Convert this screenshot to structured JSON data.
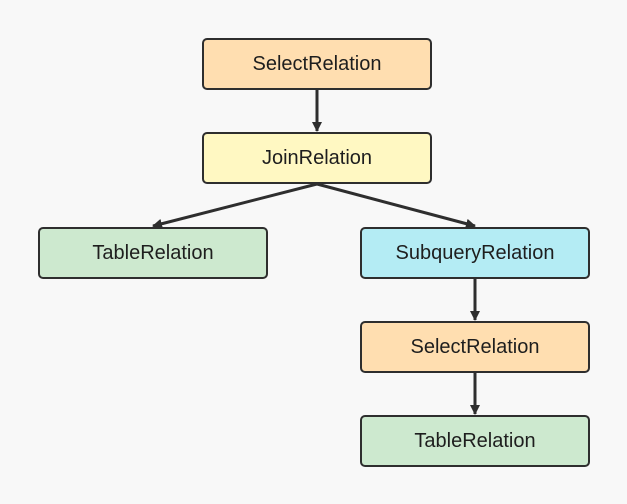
{
  "colors": {
    "select": "#ffdeb0",
    "join": "#fff8c2",
    "table": "#cde9cf",
    "subquery": "#b4ecf4",
    "edge": "#2e2e2e"
  },
  "nodes": [
    {
      "id": "select-1",
      "label": "SelectRelation",
      "kind": "select"
    },
    {
      "id": "join",
      "label": "JoinRelation",
      "kind": "join"
    },
    {
      "id": "table-1",
      "label": "TableRelation",
      "kind": "table"
    },
    {
      "id": "subquery",
      "label": "SubqueryRelation",
      "kind": "subquery"
    },
    {
      "id": "select-2",
      "label": "SelectRelation",
      "kind": "select"
    },
    {
      "id": "table-2",
      "label": "TableRelation",
      "kind": "table"
    }
  ],
  "edges": [
    {
      "from": "select-1",
      "to": "join"
    },
    {
      "from": "join",
      "to": "table-1"
    },
    {
      "from": "join",
      "to": "subquery"
    },
    {
      "from": "subquery",
      "to": "select-2"
    },
    {
      "from": "select-2",
      "to": "table-2"
    }
  ]
}
